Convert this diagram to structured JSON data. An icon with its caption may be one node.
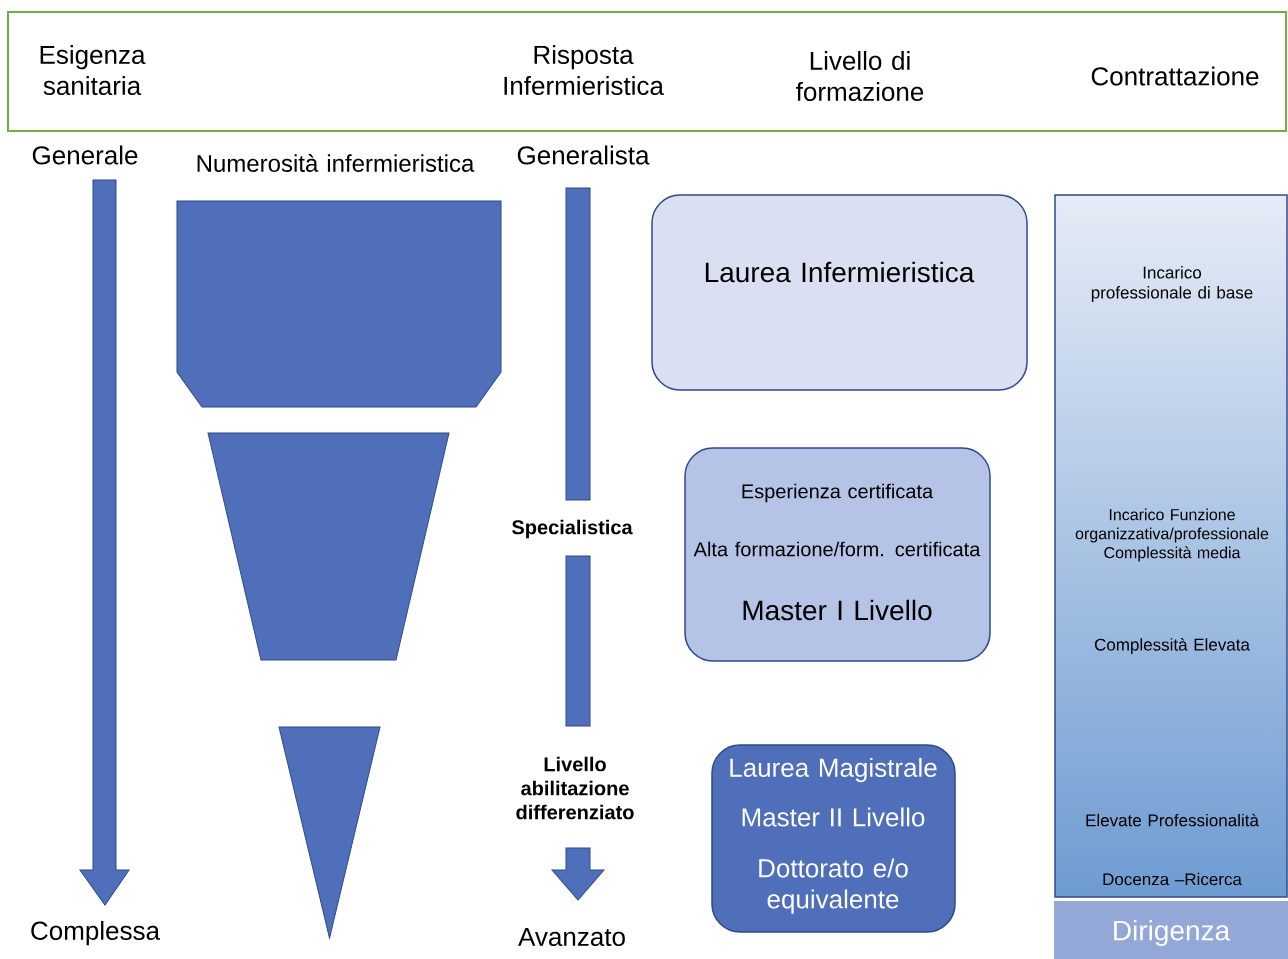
{
  "diagram": {
    "nodes": [
      {
        "text": [
          "Esigenza sanitaria",
          "Risposta Infermieristica",
          "Livello di formazione",
          "Contrattazione"
        ]
      },
      {
        "text": [
          "Laurea Infermieristica"
        ]
      },
      {
        "text": [
          "Esperienza certificata",
          "Alta formazione/form. certificata",
          "Master I Livello"
        ]
      },
      {
        "text": [
          "Laurea Magistrale",
          "Master II Livello",
          "Dottorato e/o equivalente"
        ]
      },
      {
        "text": [
          "Incarico professionale di base",
          "Incarico Funzione organizzativa/professionale Complessità media",
          "Complessità Elevata",
          "Elevate Professionalità",
          "Docenza –Ricerca"
        ]
      },
      {
        "text": [
          "Dirigenza"
        ]
      },
      {
        "text": [],
        "shape": "box"
      },
      {
        "text": [],
        "shape": "trapezoid"
      },
      {
        "text": [],
        "shape": "triangle"
      }
    ],
    "labels": [
      "Generale",
      "Numerosità infermieristica",
      "Generalista",
      "Specialistica",
      "Livello abilitazione differenziato",
      "Complessa",
      "Avanzato"
    ]
  }
}
